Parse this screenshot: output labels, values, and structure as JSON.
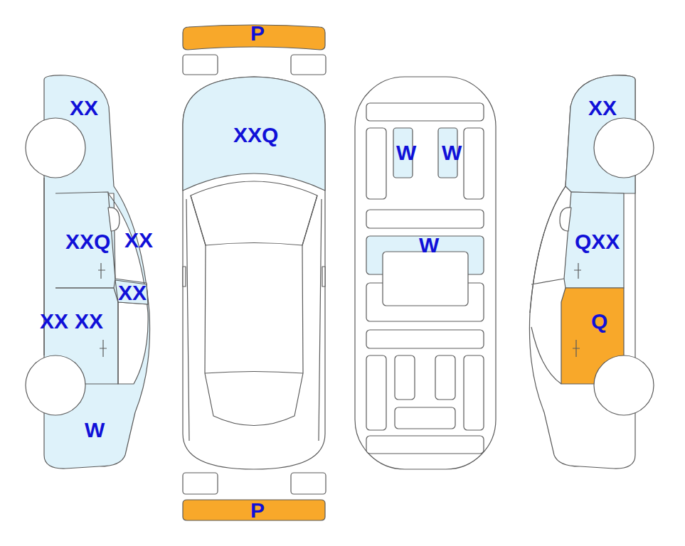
{
  "diagram": {
    "nodes": [
      {
        "text": [
          "P"
        ]
      },
      {
        "text": [
          "XX"
        ]
      },
      {
        "text": [
          "XX"
        ]
      },
      {
        "text": [
          "XXQ"
        ]
      },
      {
        "text": [
          "W"
        ]
      },
      {
        "text": [
          "W"
        ]
      },
      {
        "text": [
          "XXQ"
        ]
      },
      {
        "text": [
          "XX"
        ]
      },
      {
        "text": [
          "QXX"
        ]
      },
      {
        "text": [
          "W"
        ]
      },
      {
        "text": [
          "XX"
        ]
      },
      {
        "text": [
          "Q"
        ]
      },
      {
        "text": [
          "XX"
        ]
      },
      {
        "text": [
          "XX"
        ]
      },
      {
        "text": [
          "W"
        ]
      },
      {
        "text": [
          "P"
        ]
      }
    ]
  }
}
